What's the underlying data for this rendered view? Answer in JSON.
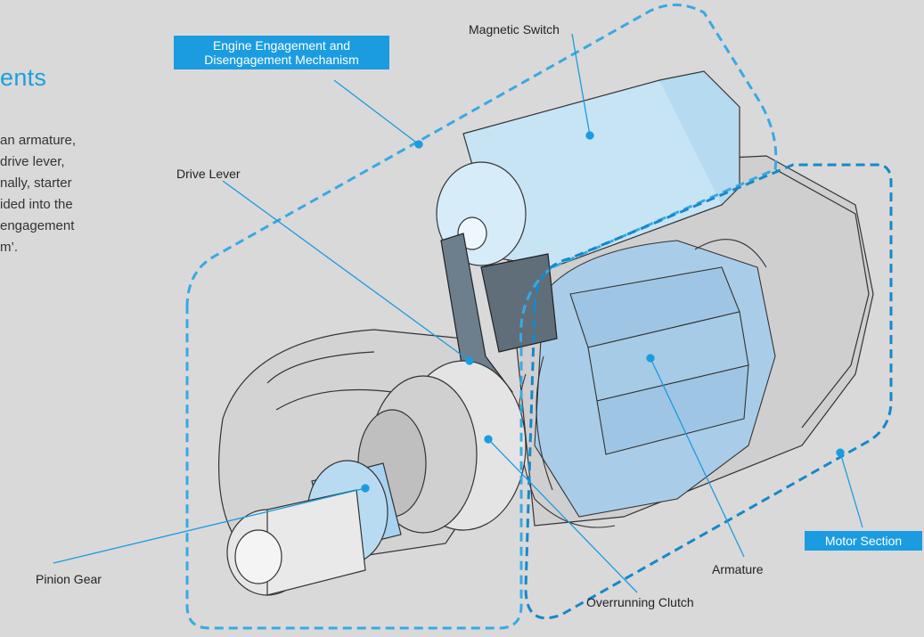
{
  "heading_fragment": "ents",
  "paragraph_lines": [
    "an armature,",
    "drive lever,",
    "nally, starter",
    "ided into the",
    "engagement",
    "m’."
  ],
  "labels": {
    "magnetic_switch": "Magnetic Switch",
    "engagement_box_line1": "Engine Engagement and",
    "engagement_box_line2": "Disengagement Mechanism",
    "drive_lever": "Drive Lever",
    "pinion_gear": "Pinion Gear",
    "armature": "Armature",
    "overrunning_clutch": "Overrunning Clutch",
    "motor_section": "Motor Section"
  },
  "colors": {
    "background": "#d9d9d9",
    "accent_blue": "#1b9ce0",
    "dashed_outline": "#1aa0dc",
    "part_fill": "#bfe0f2"
  }
}
